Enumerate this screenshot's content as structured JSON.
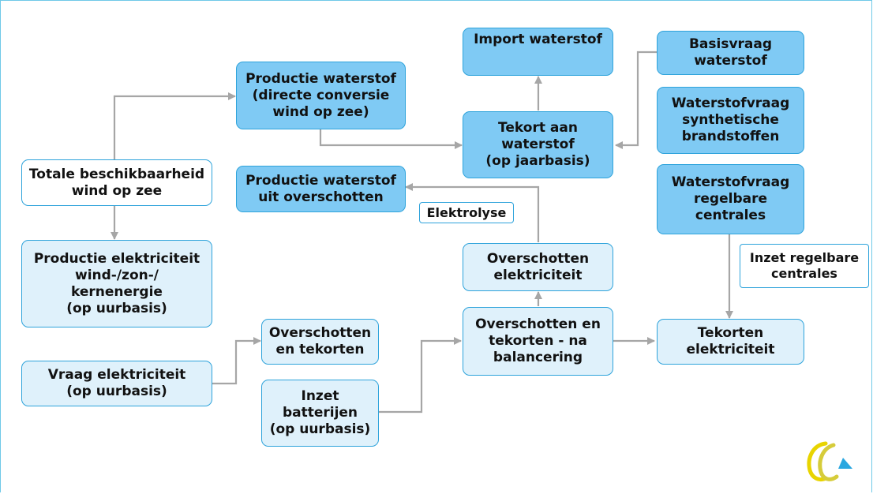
{
  "nodes": {
    "import_h2": "Import waterstof",
    "basisvraag": "Basisvraag\nwaterstof",
    "productie_direct": "Productie waterstof\n(directe conversie\nwind op zee)",
    "tekort_h2": "Tekort aan\nwaterstof\n(op jaarbasis)",
    "vraag_synth": "Waterstofvraag\nsynthetische\nbrandstoffen",
    "totale": "Totale beschikbaarheid\nwind op zee",
    "productie_overschot": "Productie waterstof\nuit overschotten",
    "vraag_regelbaar": "Waterstofvraag\nregelbare\ncentrales",
    "productie_elek": "Productie elektriciteit\nwind-/zon-/\nkernenergie\n(op uurbasis)",
    "overschotten_elek": "Overschotten\nelektriciteit",
    "overschotten_tekorten": "Overschotten\nen tekorten",
    "na_balancering": "Overschotten en\ntekorten - na\nbalancering",
    "tekorten_elek": "Tekorten\nelektriciteit",
    "vraag_elek": "Vraag elektriciteit\n(op uurbasis)",
    "inzet_batterijen": "Inzet\nbatterijen\n(op uurbasis)"
  },
  "labels": {
    "elektrolyse": "Elektrolyse",
    "inzet_regelbaar": "Inzet regelbare\ncentrales"
  },
  "colors": {
    "node_dark": "#7fcaf4",
    "node_light": "#dff1fb",
    "border": "#2ea3db",
    "connector": "#a6a6a6",
    "logo_yellow": "#e8d400",
    "logo_blue": "#2aa7e0"
  },
  "icons": {
    "logo": "organization-logo"
  }
}
